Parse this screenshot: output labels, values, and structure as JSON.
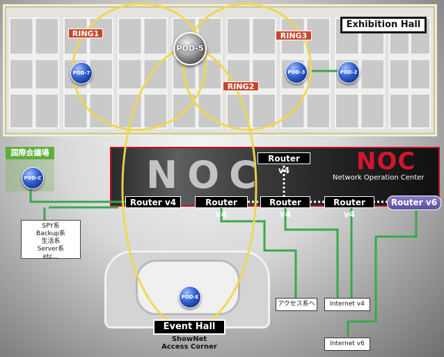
{
  "exhibition_hall": {
    "label": "Exhibition Hall"
  },
  "rings": [
    {
      "label": "RING1"
    },
    {
      "label": "RING2"
    },
    {
      "label": "RING3"
    }
  ],
  "pods": {
    "pod5": "POD-5",
    "pod7": "POD-7",
    "pod3": "POD-3",
    "pod2": "POD-2",
    "podC": "POD-C",
    "podE": "POD-E"
  },
  "kokusai": {
    "label": "国際会議場"
  },
  "noc": {
    "big_text": "NOC",
    "red_text": "NOC",
    "subtitle": "Network Operation Center"
  },
  "routers": {
    "top": "Router v4",
    "r1": "Router v4",
    "r2": "Router v4",
    "r3": "Router v4",
    "r4": "Router v4",
    "v6": "Router v6"
  },
  "spy_box": {
    "lines": [
      "SPY系",
      "Backup系",
      "生活系",
      "Server系",
      "etc..."
    ]
  },
  "event_hall": {
    "label": "Event Hall",
    "caption_1": "ShowNet",
    "caption_2": "Access Corner"
  },
  "boxes": {
    "access": "アクセス系へ",
    "internet_v4": "Internet v4",
    "internet_v6": "Internet v6"
  },
  "colors": {
    "ring_yellow": "#f0d84a",
    "link_green": "#3aa84a",
    "noc_red": "#d4142e",
    "router_v6_purple": "#6b5cb0"
  }
}
